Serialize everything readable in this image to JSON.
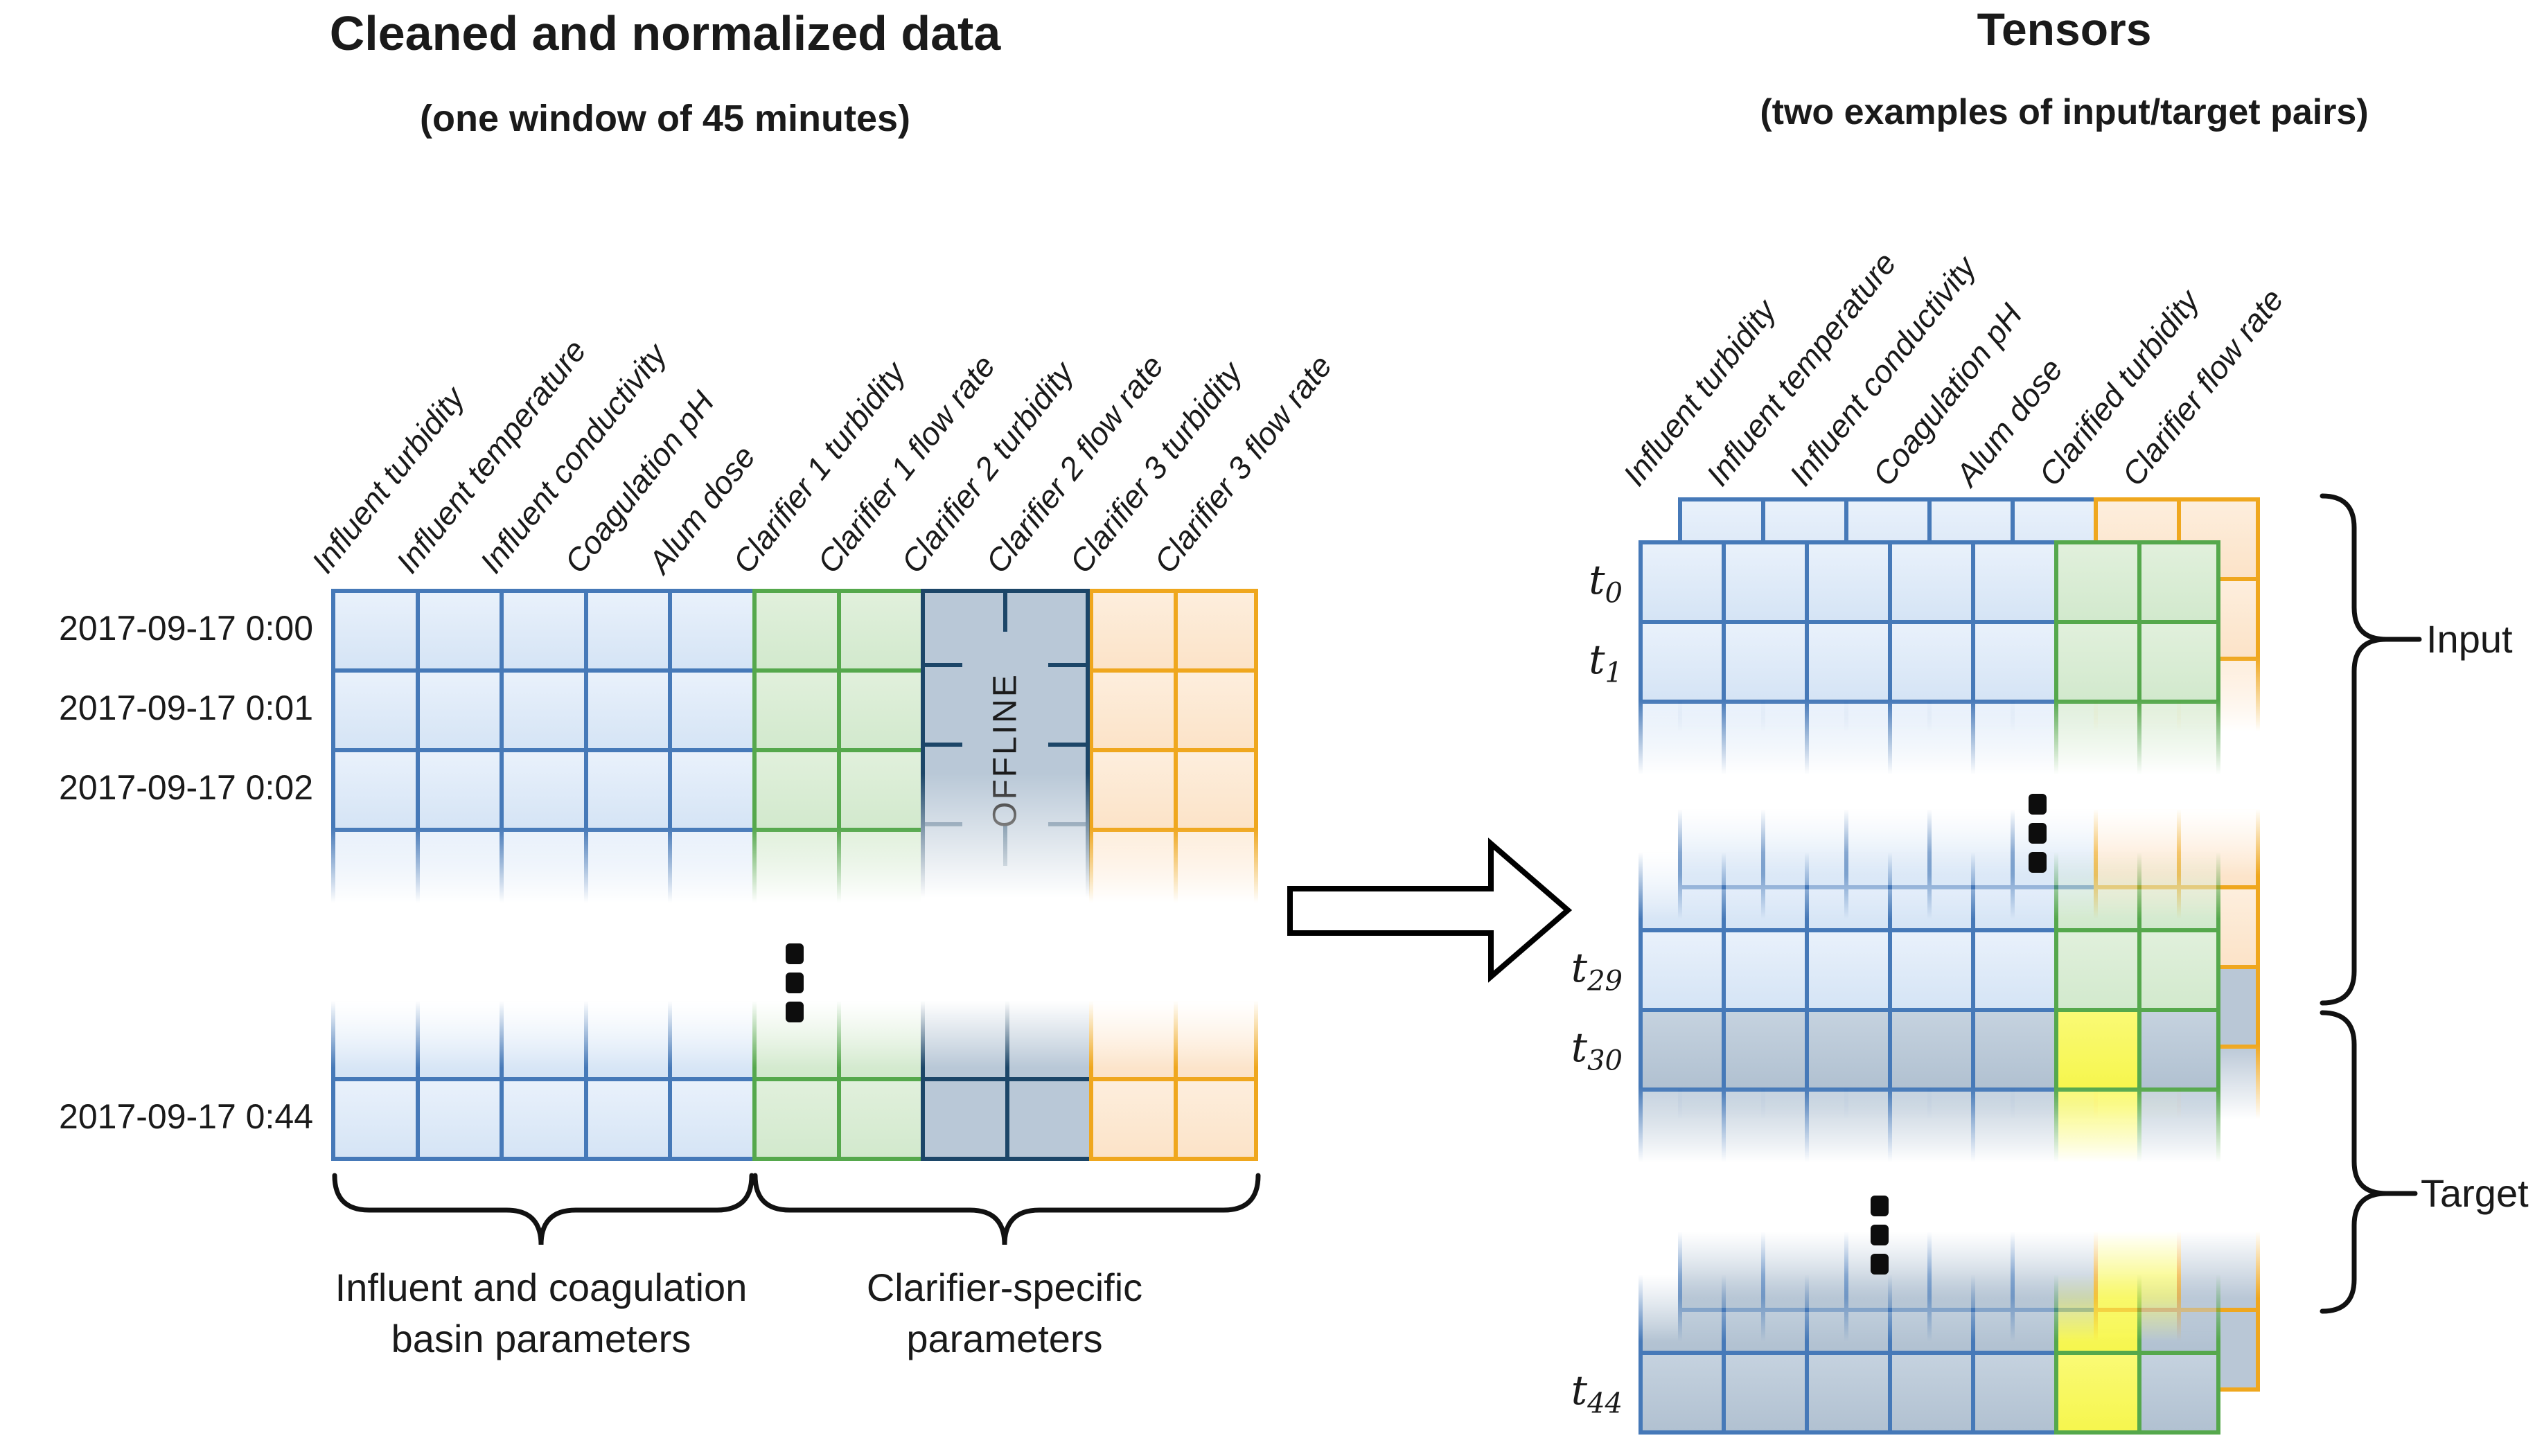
{
  "left": {
    "title": "Cleaned and normalized data",
    "subtitle": "(one window of 45 minutes)",
    "columns": [
      "Influent turbidity",
      "Influent temperature",
      "Influent conductivity",
      "Coagulation pH",
      "Alum dose",
      "Clarifier 1 turbidity",
      "Clarifier 1 flow rate",
      "Clarifier 2 turbidity",
      "Clarifier 2 flow rate",
      "Clarifier 3 turbidity",
      "Clarifier 3 flow rate"
    ],
    "row_labels": [
      "2017-09-17 0:00",
      "2017-09-17 0:01",
      "2017-09-17 0:02"
    ],
    "last_row_label": "2017-09-17 0:44",
    "offline_label": "OFFLINE",
    "group_labels": {
      "influent": [
        "Influent and coagulation",
        "basin parameters"
      ],
      "clarifier": [
        "Clarifier-specific",
        "parameters"
      ]
    }
  },
  "right": {
    "title": "Tensors",
    "subtitle": "(two examples of input/target pairs)",
    "columns": [
      "Influent turbidity",
      "Influent temperature",
      "Influent conductivity",
      "Coagulation pH",
      "Alum dose",
      "Clarified turbidity",
      "Clarifier flow rate"
    ],
    "time_labels": [
      {
        "base": "t",
        "sub": "0"
      },
      {
        "base": "t",
        "sub": "1"
      },
      {
        "base": "t",
        "sub": "29"
      },
      {
        "base": "t",
        "sub": "30"
      },
      {
        "base": "t",
        "sub": "44"
      }
    ],
    "input_label": "Input",
    "target_label": "Target"
  },
  "colors": {
    "blue_border": "#4679b8",
    "blue_fill": "#d9e7f6",
    "green_border": "#55a84c",
    "green_fill": "#d6ecd1",
    "orange_border": "#efa71e",
    "orange_fill": "#fce5cc",
    "navy_border": "#1c4668",
    "offline_fill": "#b9c8d7",
    "gray_fill": "#b4c3d2",
    "yellow_fill": "#f8f862",
    "text": "#1a1a1a"
  }
}
